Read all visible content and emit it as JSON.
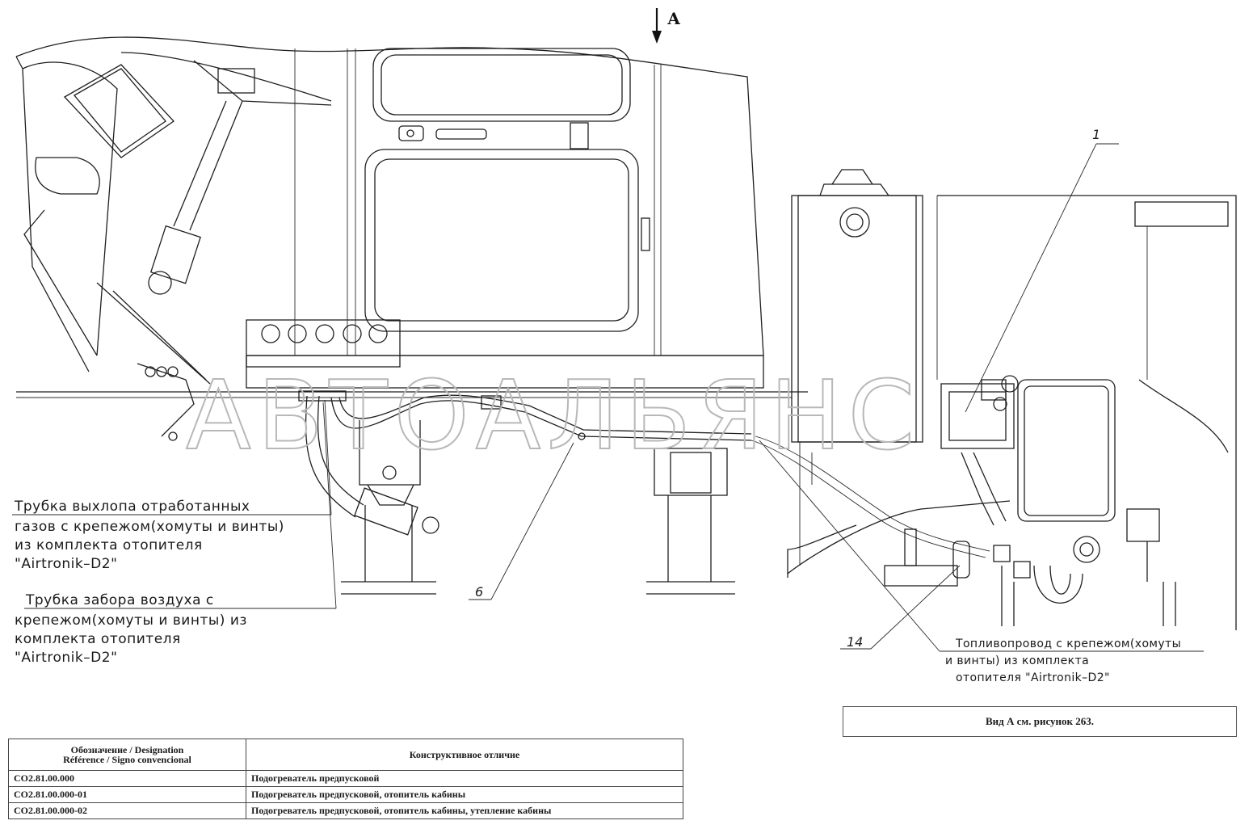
{
  "view_arrow_label": "А",
  "watermark": "АВТОАЛЬЯНС",
  "callouts": {
    "exhaust_pipe": [
      "Трубка выхлопа отработанных",
      "газов с крепежом(хомуты и винты)",
      "из комплекта отопителя",
      "\"Airtronik–D2\""
    ],
    "air_intake_pipe": [
      "Трубка забора воздуха с",
      "крепежом(хомуты и винты) из",
      "комплекта отопителя",
      "\"Airtronik–D2\""
    ],
    "fuel_line": [
      "Топливопровод с крепежом(хомуты",
      "и винты) из комплекта",
      "отопителя \"Airtronik–D2\""
    ]
  },
  "position_numbers": {
    "p1": "1",
    "p6": "6",
    "p14": "14"
  },
  "view_note": "Вид А см. рисунок 263.",
  "table": {
    "headers": {
      "designation": [
        "Обозначение / Designation",
        "Référence / Signo convencional"
      ],
      "difference": "Конструктивное отличие"
    },
    "rows": [
      {
        "designation": "СО2.81.00.000",
        "difference": "Подогреватель предпусковой"
      },
      {
        "designation": "СО2.81.00.000-01",
        "difference": "Подогреватель предпусковой, отопитель кабины"
      },
      {
        "designation": "СО2.81.00.000-02",
        "difference": "Подогреватель предпусковой, отопитель кабины, утепление кабины"
      }
    ]
  }
}
